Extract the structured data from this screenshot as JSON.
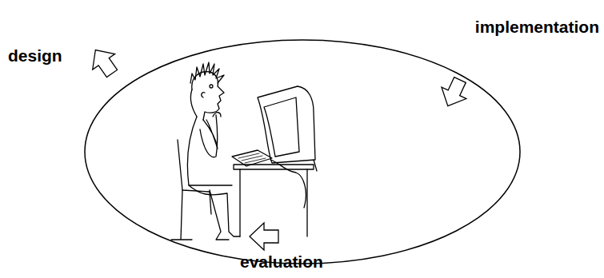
{
  "diagram": {
    "labels": [
      "design",
      "implementation",
      "evaluation"
    ]
  }
}
